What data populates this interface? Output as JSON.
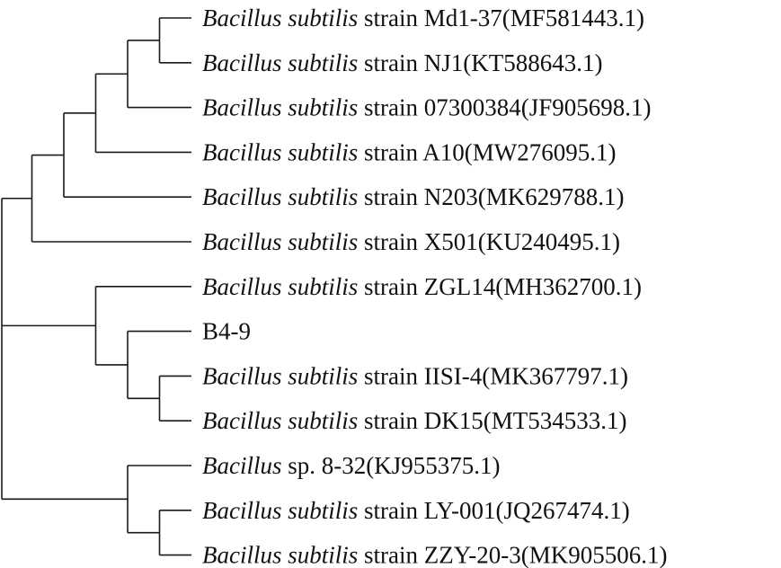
{
  "diagram": {
    "type": "phylogenetic-tree",
    "leaves": [
      {
        "id": "md1",
        "genus": "Bacillus subtilis",
        "rest": " strain Md1-37(MF581443.1)"
      },
      {
        "id": "nj1",
        "genus": "Bacillus subtilis",
        "rest": " strain NJ1(KT588643.1)"
      },
      {
        "id": "s0730",
        "genus": "Bacillus subtilis",
        "rest": " strain 07300384(JF905698.1)"
      },
      {
        "id": "a10",
        "genus": "Bacillus subtilis",
        "rest": " strain A10(MW276095.1)"
      },
      {
        "id": "n203",
        "genus": "Bacillus subtilis",
        "rest": " strain N203(MK629788.1)"
      },
      {
        "id": "x501",
        "genus": "Bacillus subtilis",
        "rest": " strain X501(KU240495.1)"
      },
      {
        "id": "zgl14",
        "genus": "Bacillus subtilis",
        "rest": " strain ZGL14(MH362700.1)"
      },
      {
        "id": "b49",
        "genus": "",
        "rest": "B4-9"
      },
      {
        "id": "iisi",
        "genus": "Bacillus subtilis",
        "rest": " strain IISI-4(MK367797.1)"
      },
      {
        "id": "dk15",
        "genus": "Bacillus subtilis",
        "rest": " strain DK15(MT534533.1)"
      },
      {
        "id": "sp832",
        "genus": "Bacillus",
        "rest": " sp. 8-32(KJ955375.1)"
      },
      {
        "id": "ly001",
        "genus": "Bacillus subtilis",
        "rest": " strain LY-001(JQ267474.1)"
      },
      {
        "id": "zzy",
        "genus": "Bacillus subtilis",
        "rest": " strain ZZY-20-3(MK905506.1)"
      }
    ],
    "topology": [
      [
        [
          [
            [
              [
                "md1",
                "nj1"
              ],
              "s0730"
            ],
            "a10"
          ],
          "n203"
        ],
        "x501"
      ],
      [
        "zgl14",
        [
          "b49",
          [
            "iisi",
            "dk15"
          ]
        ]
      ],
      [
        "sp832",
        [
          "ly001",
          "zzy"
        ]
      ]
    ]
  }
}
